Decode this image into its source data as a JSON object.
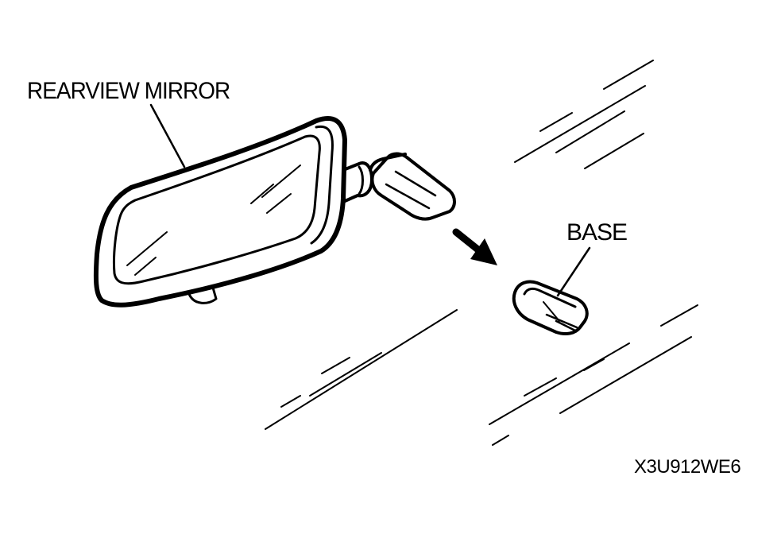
{
  "labels": {
    "mirror": "REARVIEW MIRROR",
    "base": "BASE",
    "figure_code": "X3U912WE6"
  },
  "colors": {
    "ink": "#000000",
    "background": "#ffffff"
  }
}
